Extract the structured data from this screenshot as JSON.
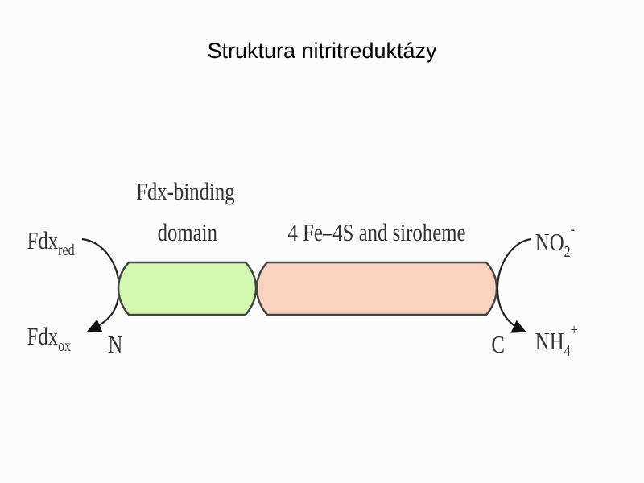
{
  "slide": {
    "title": "Struktura nitritreduktázy"
  },
  "diagram": {
    "domain1": {
      "line1": "Fdx-binding",
      "line2": "domain",
      "color": "#d3f7b0"
    },
    "domain2": {
      "label": "4 Fe–4S and siroheme",
      "color": "#f9d3bf"
    },
    "left": {
      "in": "Fdx",
      "in_sub": "red",
      "out": "Fdx",
      "out_sub": "ox",
      "terminus": "N"
    },
    "right": {
      "in": "NO",
      "in_sub": "2",
      "in_sup": "-",
      "out": "NH",
      "out_sub": "4",
      "out_sup": "+",
      "terminus": "C"
    }
  }
}
